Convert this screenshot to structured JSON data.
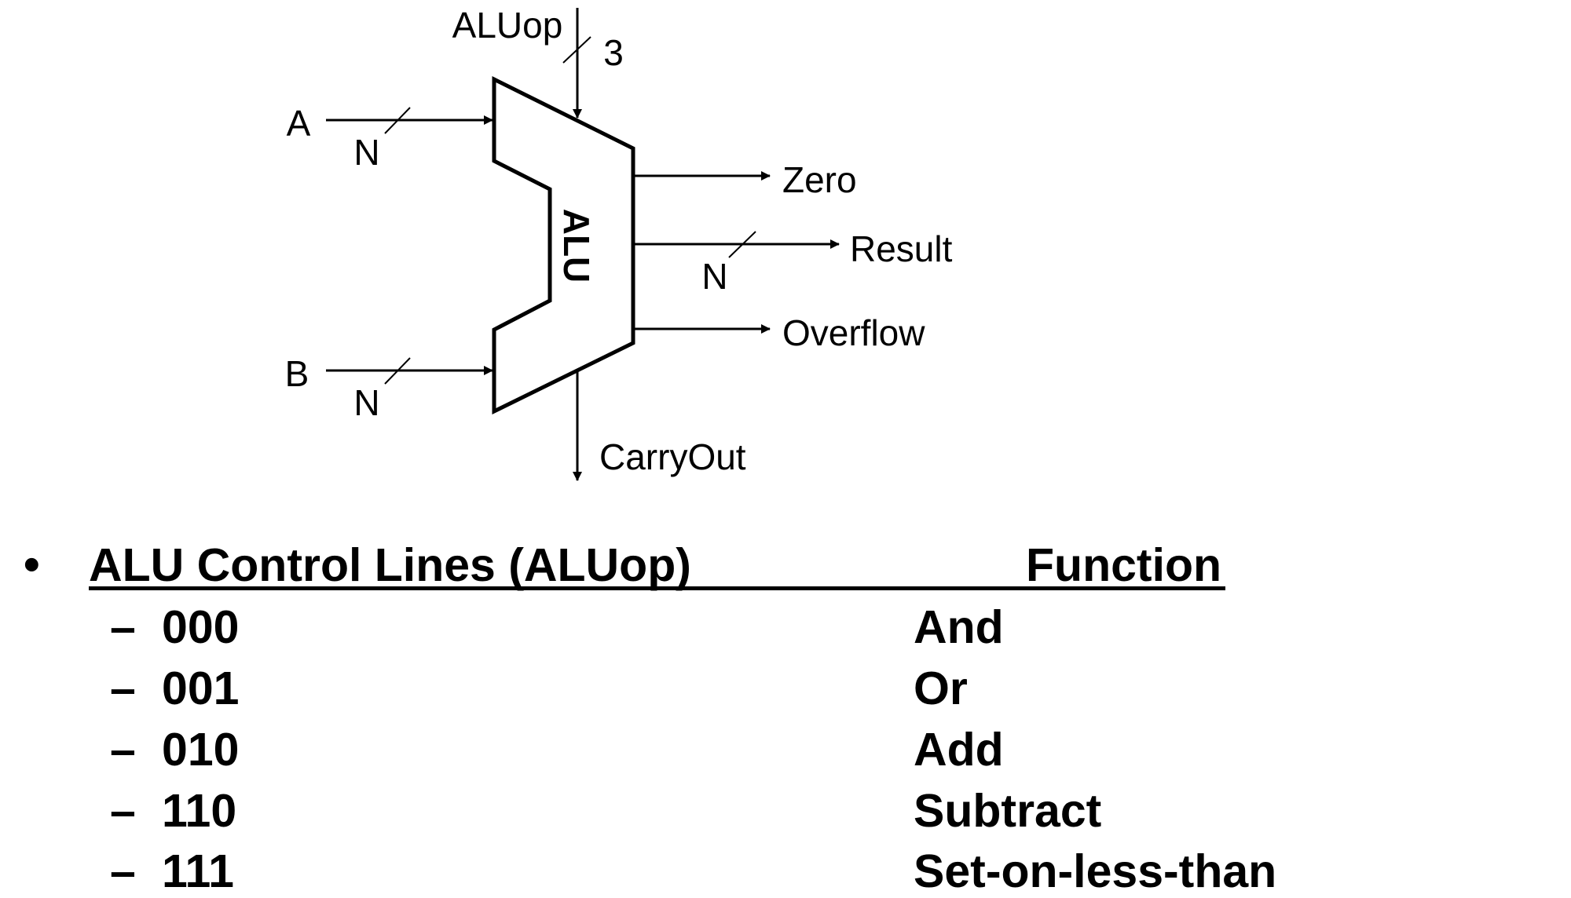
{
  "diagram": {
    "alu_label": "ALU",
    "control_input": {
      "label": "ALUop",
      "width": "3"
    },
    "inputs": [
      {
        "label": "A",
        "width": "N"
      },
      {
        "label": "B",
        "width": "N"
      }
    ],
    "outputs": [
      {
        "label": "Zero"
      },
      {
        "label": "Result",
        "width": "N"
      },
      {
        "label": "Overflow"
      }
    ],
    "bottom_output": {
      "label": "CarryOut"
    }
  },
  "table": {
    "bullet": "•",
    "dash": "–",
    "header_left": "ALU Control Lines (ALUop)",
    "header_right": "Function",
    "rows": [
      {
        "code": "000",
        "function": "And"
      },
      {
        "code": "001",
        "function": "Or"
      },
      {
        "code": "010",
        "function": "Add"
      },
      {
        "code": "110",
        "function": "Subtract"
      },
      {
        "code": "111",
        "function": "Set-on-less-than"
      }
    ]
  }
}
